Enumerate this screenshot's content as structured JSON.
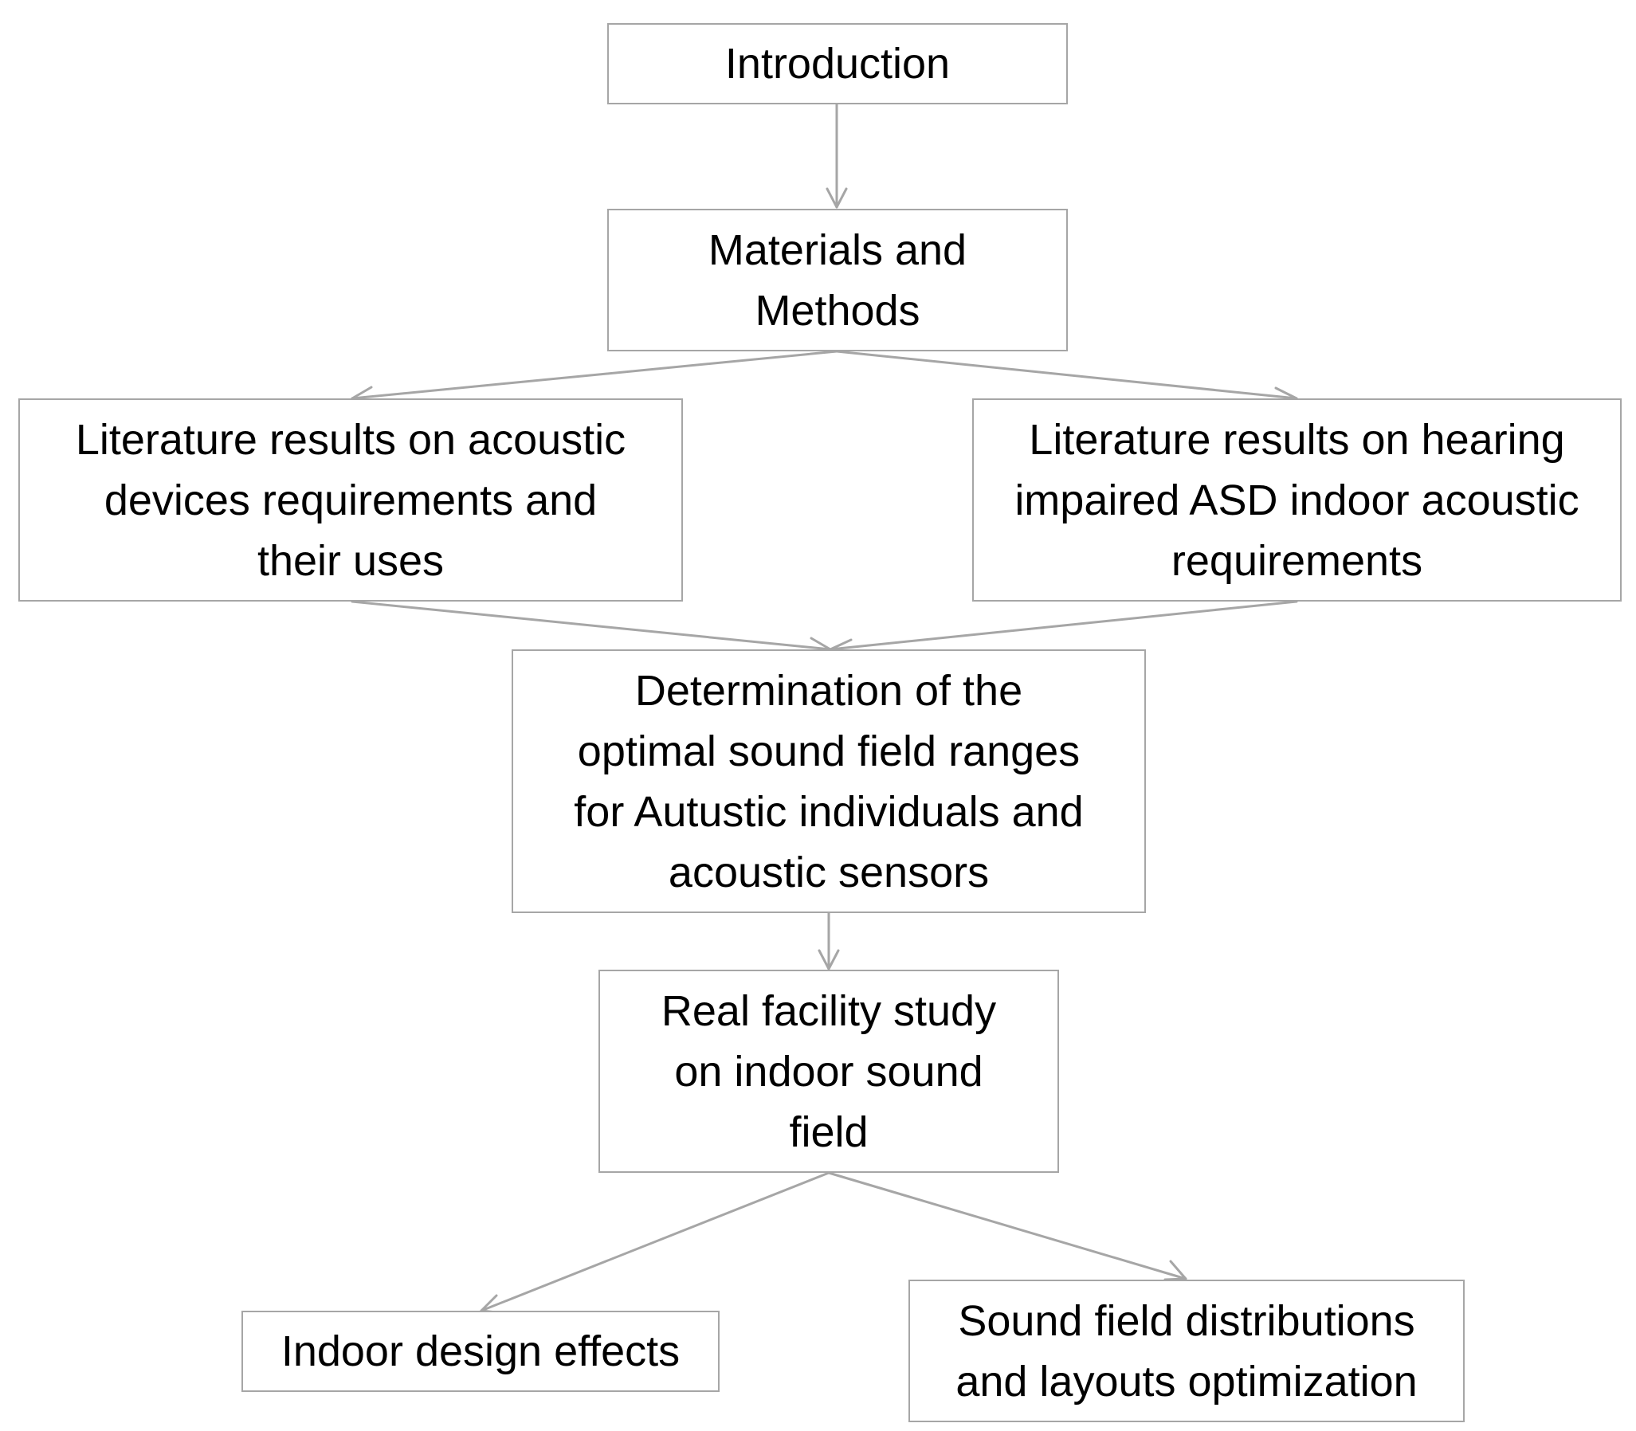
{
  "colors": {
    "border": "#a6a6a6",
    "connector": "#a6a6a6",
    "text": "#000000",
    "background": "#ffffff"
  },
  "nodes": {
    "introduction": {
      "lines": [
        "Introduction"
      ]
    },
    "materials_methods": {
      "lines": [
        "Materials and",
        "Methods"
      ]
    },
    "lit_devices": {
      "lines": [
        "Literature results on acoustic",
        "devices requirements and",
        "their uses"
      ]
    },
    "lit_hearing": {
      "lines": [
        "Literature results on hearing",
        "impaired ASD indoor acoustic",
        "requirements"
      ]
    },
    "determination": {
      "lines": [
        "Determination of the",
        "optimal sound field ranges",
        "for Autustic individuals and",
        "acoustic sensors"
      ]
    },
    "real_facility": {
      "lines": [
        "Real facility study",
        "on indoor sound",
        "field"
      ]
    },
    "indoor_design": {
      "lines": [
        "Indoor design effects"
      ]
    },
    "sound_field_dist": {
      "lines": [
        "Sound field distributions",
        "and layouts optimization"
      ]
    }
  }
}
